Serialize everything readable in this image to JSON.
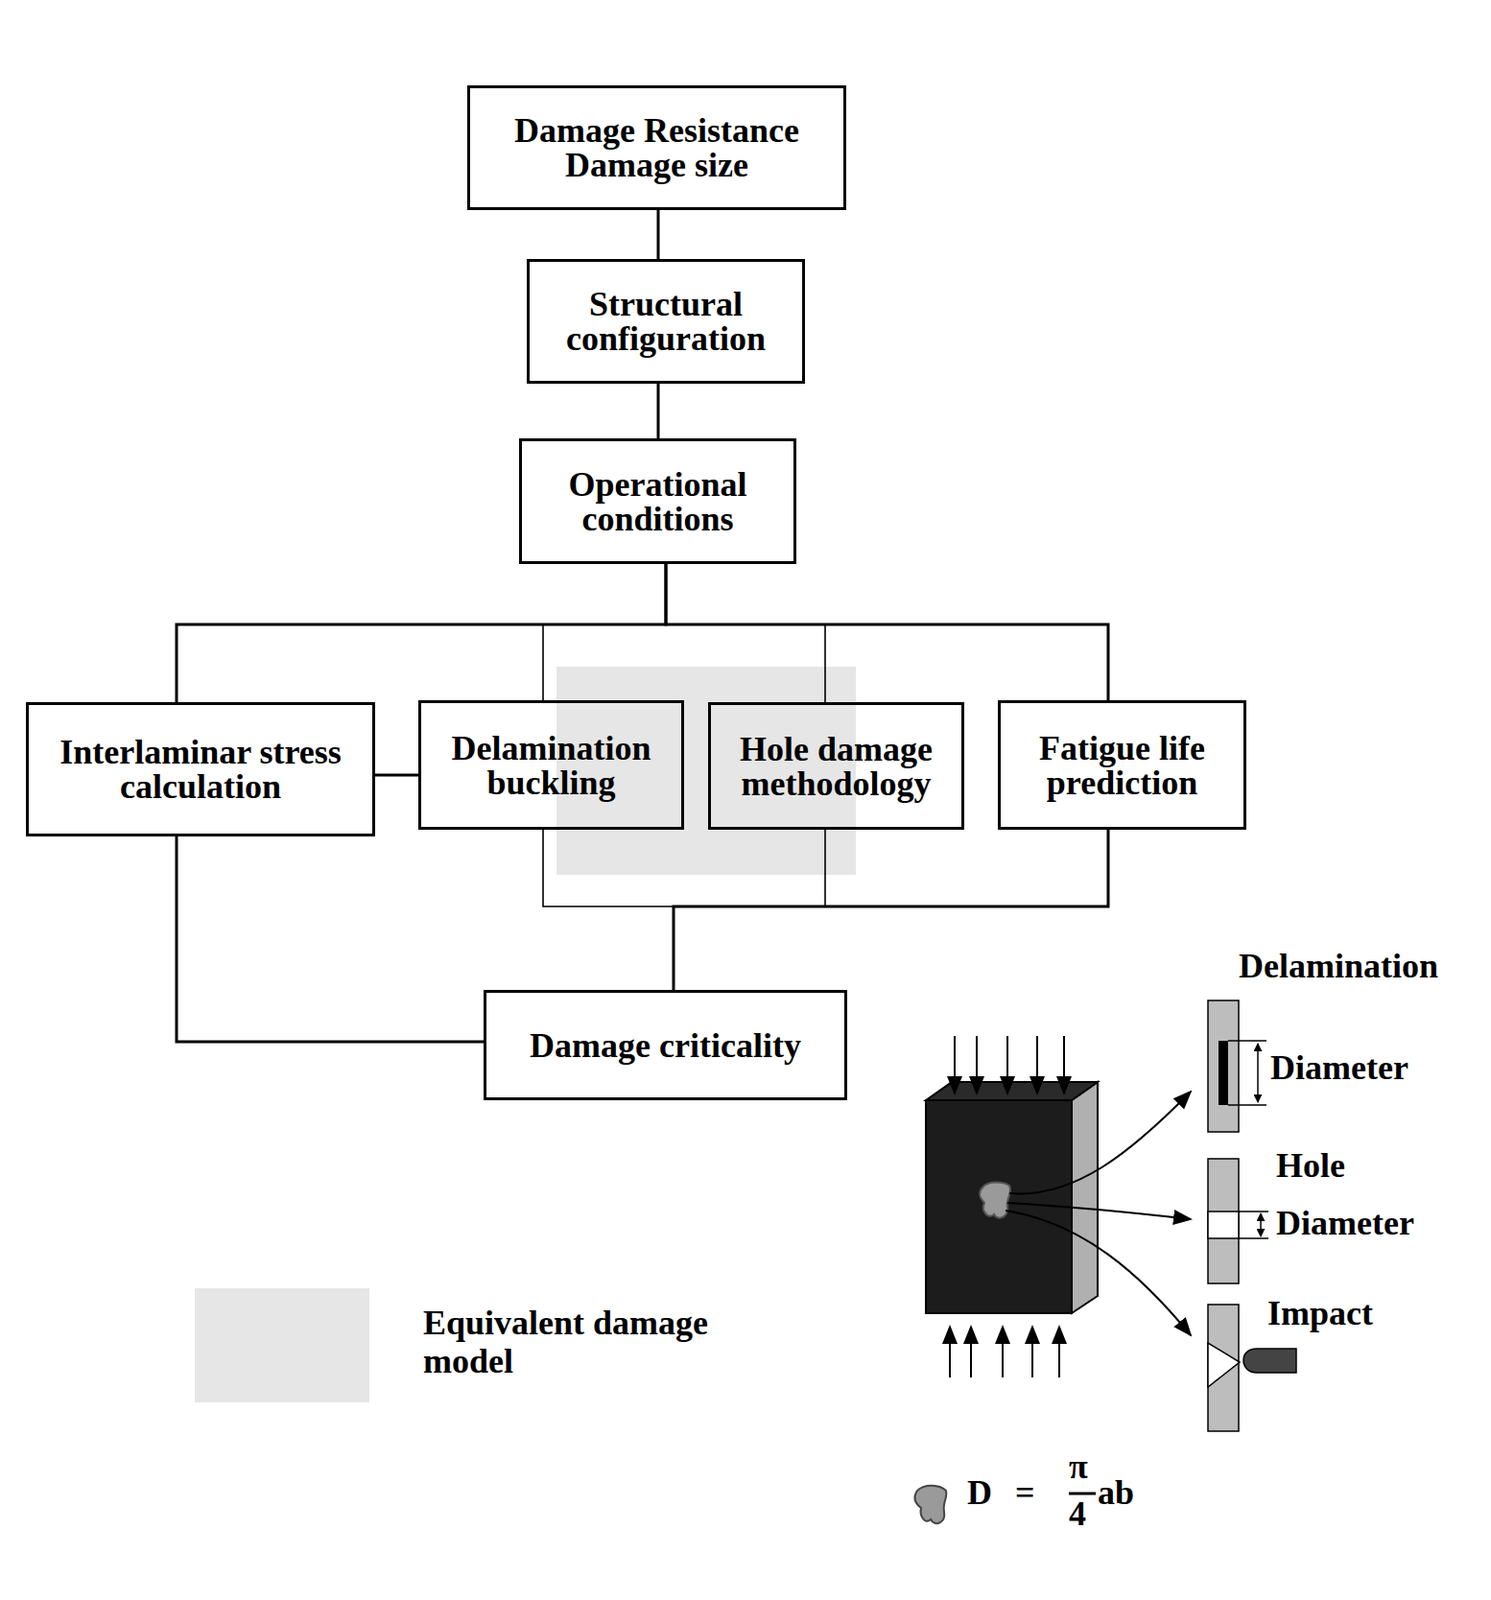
{
  "diagram": {
    "nodes": [
      {
        "text": [
          "Damage Resistance Damage size"
        ]
      },
      {
        "text": [
          "Structural configuration"
        ]
      },
      {
        "text": [
          "Operational conditions"
        ]
      },
      {
        "text": [
          "Interlaminar stress calculation"
        ]
      },
      {
        "text": [
          "Delamination buckling"
        ]
      },
      {
        "text": [
          "Hole damage methodology"
        ]
      },
      {
        "text": [
          "Fatigue life prediction"
        ]
      },
      {
        "text": [
          "Damage criticality"
        ]
      }
    ],
    "edges": [
      {
        "from": 0,
        "to": 1,
        "arrow": "none"
      },
      {
        "from": 1,
        "to": 2,
        "arrow": "none"
      },
      {
        "from": 2,
        "to": 3,
        "arrow": "none"
      },
      {
        "from": 2,
        "to": 4,
        "arrow": "none"
      },
      {
        "from": 2,
        "to": 5,
        "arrow": "none"
      },
      {
        "from": 2,
        "to": 6,
        "arrow": "none"
      },
      {
        "from": 3,
        "to": 4,
        "arrow": "none"
      },
      {
        "from": 4,
        "to": 7,
        "arrow": "none"
      },
      {
        "from": 5,
        "to": 7,
        "arrow": "none"
      },
      {
        "from": 6,
        "to": 7,
        "arrow": "none"
      },
      {
        "from": 3,
        "to": 7,
        "arrow": "none"
      }
    ],
    "labels": [
      "Delamination",
      "Diameter",
      "Hole",
      "Diameter",
      "Impact",
      "D",
      "=",
      "π",
      "4",
      "ab"
    ],
    "legend": [
      {
        "text": "Equivalent damage model",
        "color": "#e6e6e6"
      }
    ]
  }
}
